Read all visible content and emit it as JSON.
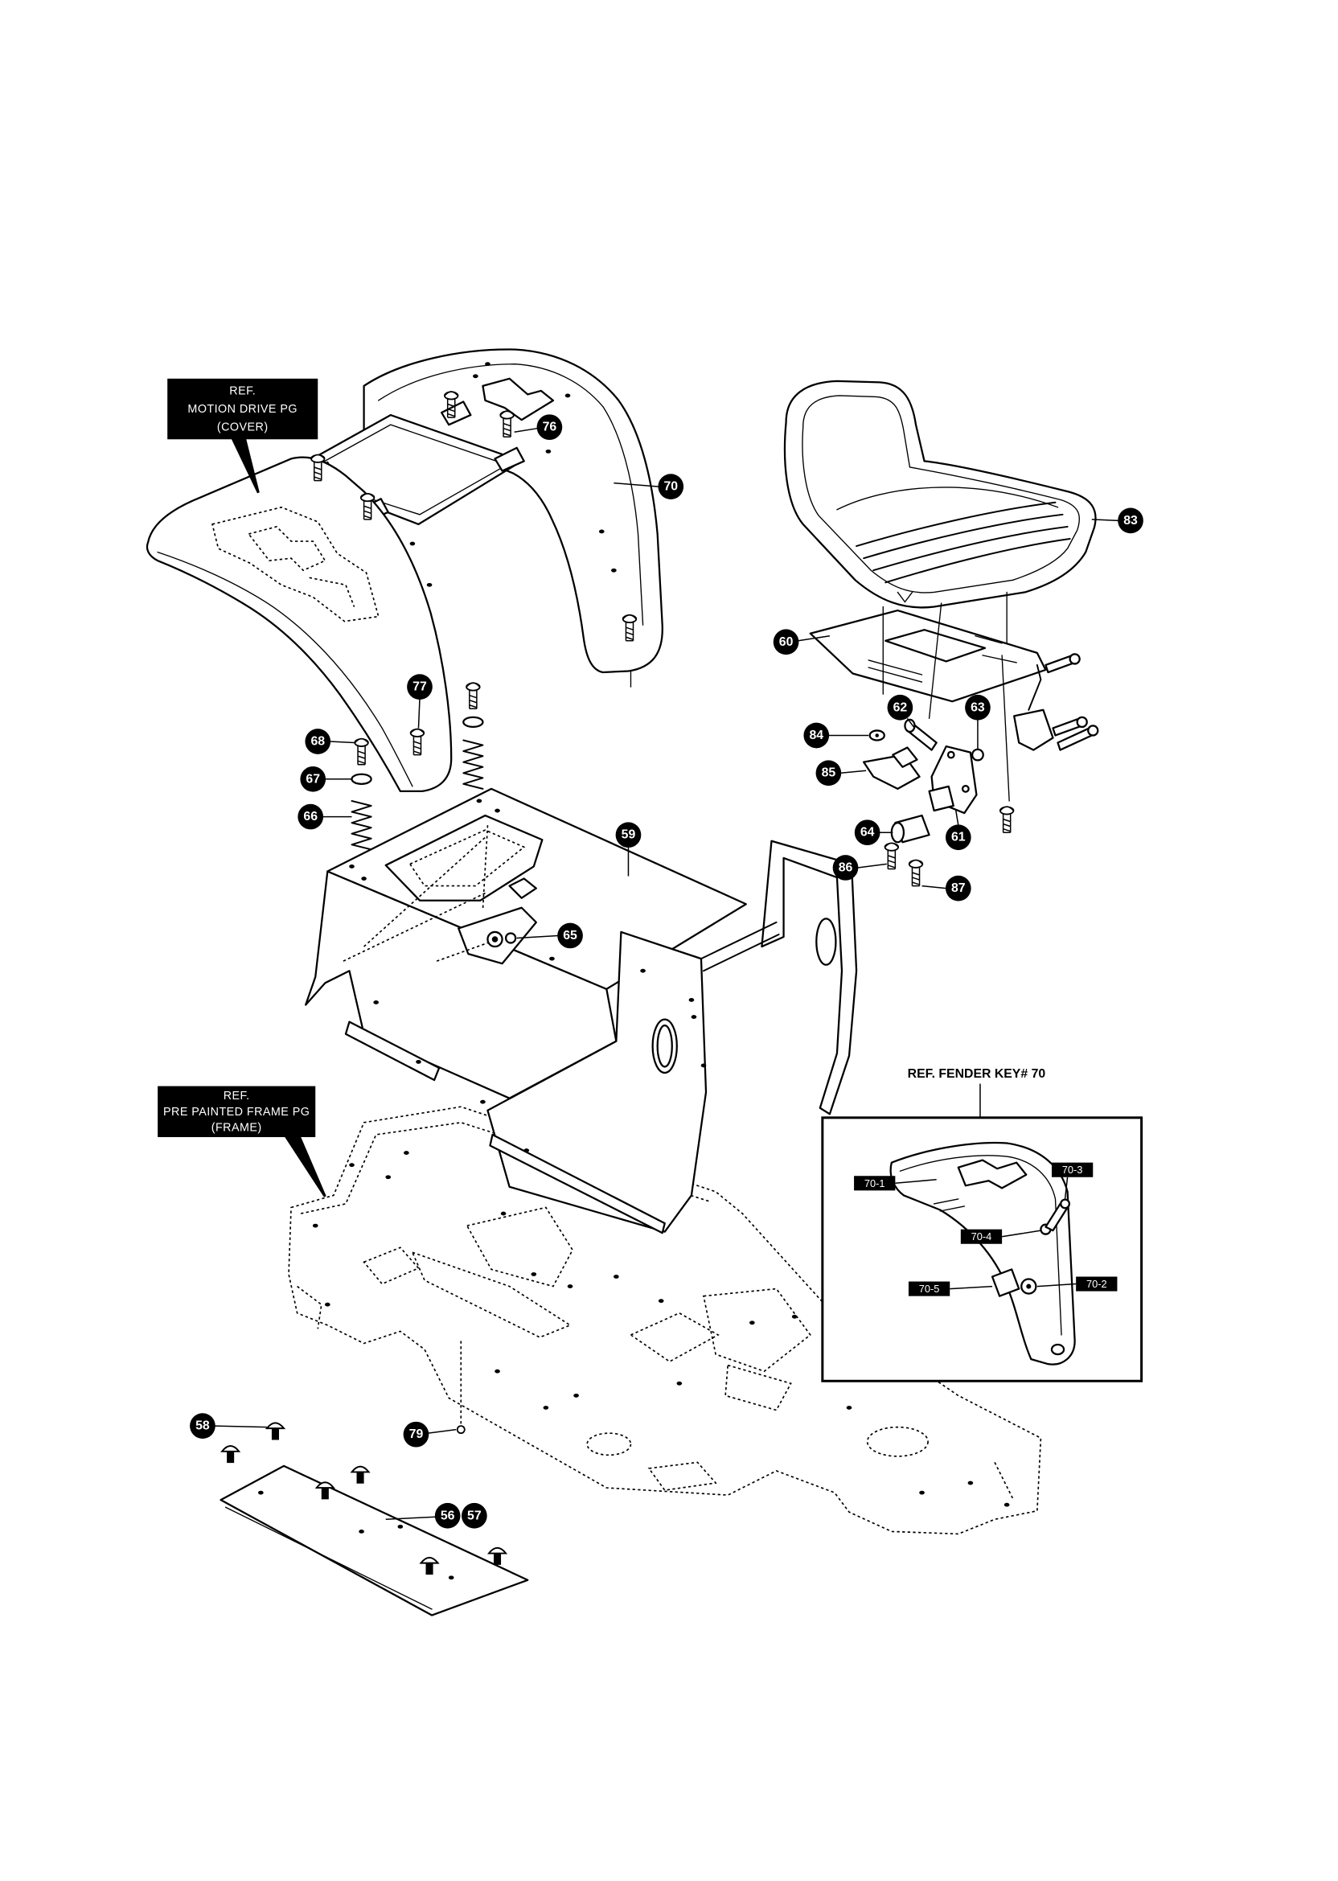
{
  "diagram": {
    "ref_cover": {
      "line1": "REF.",
      "line2": "MOTION DRIVE PG",
      "line3": "(COVER)"
    },
    "ref_frame": {
      "line1": "REF.",
      "line2": "PRE PAINTED FRAME PG",
      "line3": "(FRAME)"
    },
    "fender_inset": {
      "title": "REF. FENDER KEY# 70",
      "labels": {
        "p70_1": "70-1",
        "p70_2": "70-2",
        "p70_3": "70-3",
        "p70_4": "70-4",
        "p70_5": "70-5"
      }
    },
    "callouts": {
      "c56": "56",
      "c57": "57",
      "c58": "58",
      "c59": "59",
      "c60": "60",
      "c61": "61",
      "c62": "62",
      "c63": "63",
      "c64": "64",
      "c65": "65",
      "c66": "66",
      "c67": "67",
      "c68": "68",
      "c70": "70",
      "c76": "76",
      "c77": "77",
      "c79": "79",
      "c83": "83",
      "c84": "84",
      "c85": "85",
      "c86": "86",
      "c87": "87"
    }
  }
}
